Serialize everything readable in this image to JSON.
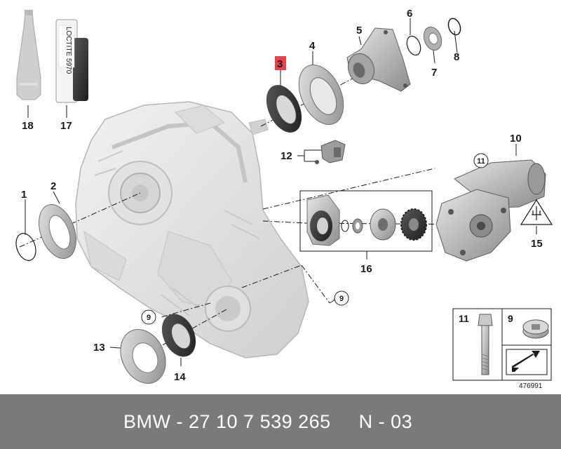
{
  "diagram": {
    "part_numbers": [
      "1",
      "2",
      "3",
      "4",
      "5",
      "6",
      "7",
      "8",
      "9",
      "10",
      "11",
      "12",
      "13",
      "14",
      "15",
      "16",
      "17",
      "18"
    ],
    "highlighted_part": "3",
    "circled_refs": {
      "sensor_bolt": "11",
      "lower_left": "9",
      "lower_right": "9"
    },
    "tube_text": "LOCTITE 5970",
    "image_number": "476991",
    "legend": {
      "bolt_label": "11",
      "plug_label": "9"
    },
    "colors": {
      "highlight": "#e8434a",
      "line": "#1a1a1a",
      "part_gray": "#b8b8b8",
      "footer_bg": "#7a7a7a"
    }
  },
  "footer": {
    "text": "BMW - 27 10 7 539 265     N - 03"
  }
}
